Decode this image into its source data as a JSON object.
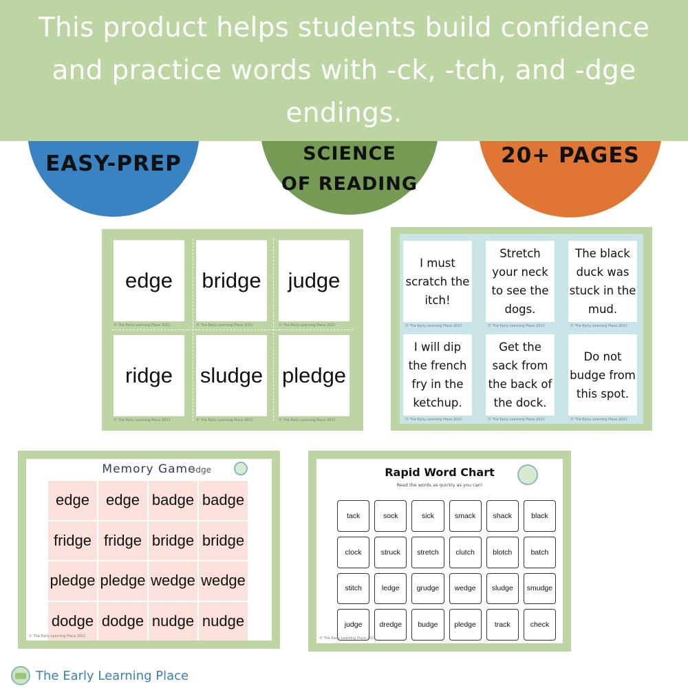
{
  "banner": {
    "text": "This product helps students build confidence and practice words with -ck, -tch, and -dge endings."
  },
  "badges": {
    "easy_prep": "EASY-PREP",
    "science_line1": "SCIENCE",
    "science_line2": "OF READING",
    "pages": "20+ PAGES"
  },
  "word_cards": {
    "words": [
      "edge",
      "bridge",
      "judge",
      "ridge",
      "sludge",
      "pledge"
    ],
    "copyright": "© The Early Learning Place 2021"
  },
  "sentence_cards": {
    "sentences": [
      "I must scratch the itch!",
      "Stretch your neck to see the dogs.",
      "The black duck was stuck in the mud.",
      "I will dip the french fry in the ketchup.",
      "Get the sack from the back of the dock.",
      "Do not budge from this spot."
    ],
    "copyright": "© The Early Learning Place 2021"
  },
  "memory_game": {
    "title": "Memory Game",
    "subtitle": "-dge",
    "cells": [
      "edge",
      "edge",
      "badge",
      "badge",
      "fridge",
      "fridge",
      "bridge",
      "bridge",
      "pledge",
      "pledge",
      "wedge",
      "wedge",
      "dodge",
      "dodge",
      "nudge",
      "nudge"
    ],
    "copyright": "© The Early Learning Place 2021"
  },
  "rapid_chart": {
    "title": "Rapid Word Chart",
    "subtitle": "Read the words as quickly as you can!",
    "cells": [
      "tack",
      "sock",
      "sick",
      "smack",
      "shack",
      "black",
      "clock",
      "struck",
      "stretch",
      "clutch",
      "blotch",
      "batch",
      "stitch",
      "ledge",
      "grudge",
      "wedge",
      "sludge",
      "smudge",
      "judge",
      "dredge",
      "budge",
      "pledge",
      "track",
      "check"
    ],
    "copyright": "© The Early Learning Place 2021"
  },
  "footer": {
    "brand": "The Early Learning Place"
  },
  "colors": {
    "banner": "#bcd5a2",
    "easy_prep": "#3a83c2",
    "science": "#759b55",
    "pages": "#e07633",
    "sentence_bg": "#c8e4e7",
    "memory_cell": "#fbe1db",
    "brand_text": "#3b7fb1"
  },
  "icons": {
    "footer_logo": "globe-logo-icon",
    "memory_logo": "globe-logo-icon",
    "rapid_logo": "globe-logo-icon"
  }
}
